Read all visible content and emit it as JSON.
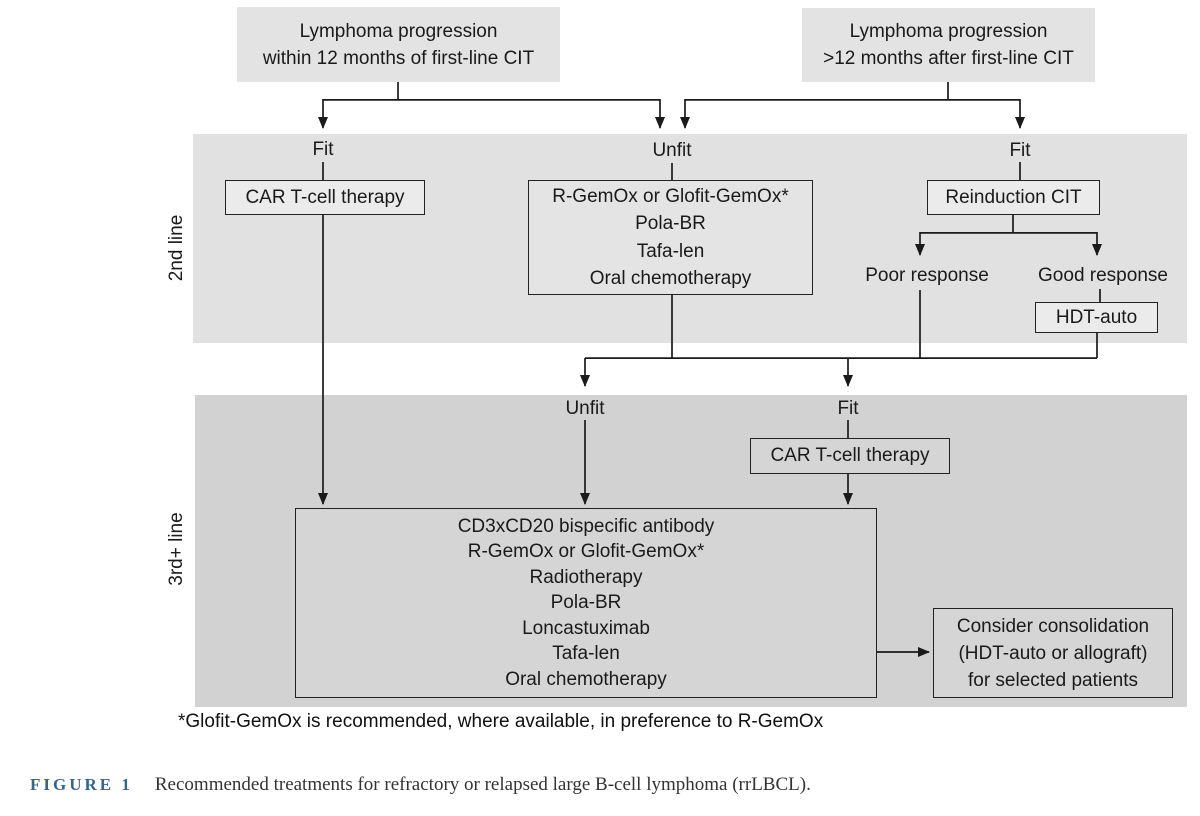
{
  "colors": {
    "band_2nd_line": "#e1e1e1",
    "band_3rd_line": "#d2d2d2",
    "top_box_fill": "#e3e3e3",
    "connector_line": "#1a1a1a",
    "caption_label": "#35648f"
  },
  "top": {
    "left_box": {
      "line1": "Lymphoma progression",
      "line2": "within 12 months of first-line CIT"
    },
    "right_box": {
      "line1": "Lymphoma progression",
      "line2": ">12 months after first-line CIT"
    }
  },
  "bands": {
    "second": {
      "label": "2nd line"
    },
    "third": {
      "label": "3rd+ line"
    }
  },
  "branch_labels": {
    "fit_left": "Fit",
    "unfit_mid": "Unfit",
    "fit_right": "Fit",
    "poor_response": "Poor response",
    "good_response": "Good response",
    "unfit_third": "Unfit",
    "fit_third": "Fit"
  },
  "boxes": {
    "car_t_second": "CAR T-cell therapy",
    "unfit_second_options": [
      "R-GemOx or Glofit-GemOx*",
      "Pola-BR",
      "Tafa-len",
      "Oral chemotherapy"
    ],
    "reinduction": "Reinduction CIT",
    "hdt_auto": "HDT-auto",
    "car_t_third": "CAR T-cell therapy",
    "third_line_options": [
      "CD3xCD20 bispecific antibody",
      "R-GemOx or Glofit-GemOx*",
      "Radiotherapy",
      "Pola-BR",
      "Loncastuximab",
      "Tafa-len",
      "Oral chemotherapy"
    ],
    "consolidation": [
      "Consider consolidation",
      "(HDT-auto or allograft)",
      "for selected patients"
    ]
  },
  "footnote": "*Glofit-GemOx is recommended, where available, in preference to R-GemOx",
  "caption": {
    "label": "FIGURE 1",
    "text": "Recommended treatments for refractory or relapsed large B-cell lymphoma (rrLBCL)."
  }
}
